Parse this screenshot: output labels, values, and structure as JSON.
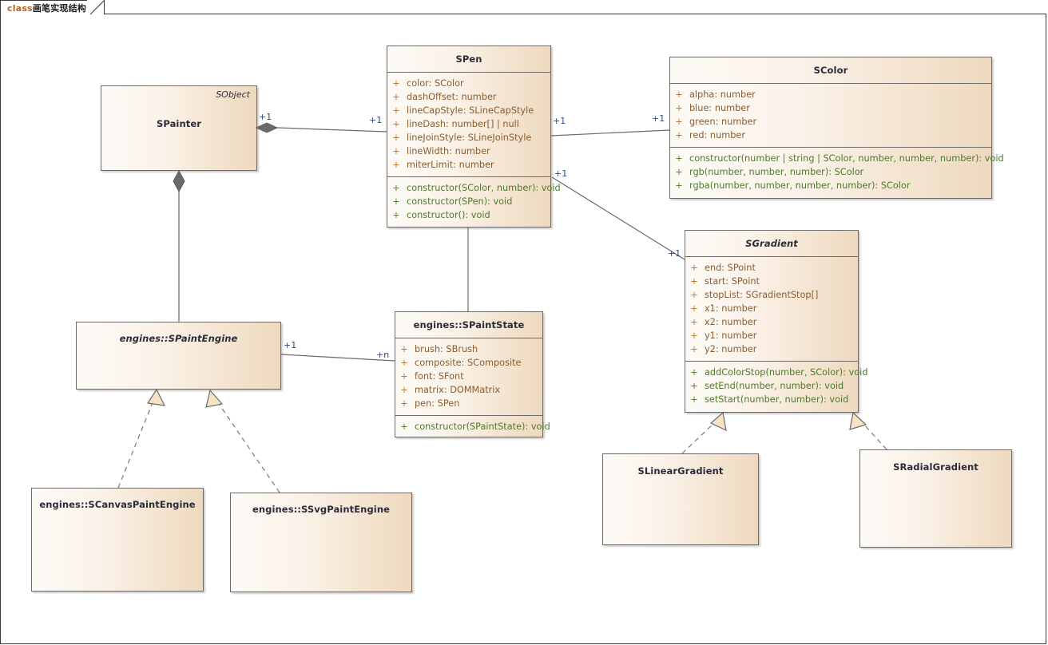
{
  "diagram": {
    "title_prefix": "class",
    "title": "画笔实现结构",
    "kind": "UML class diagram"
  },
  "classes": [
    {
      "id": "spainter",
      "name": "SPainter",
      "stereotype": "SObject",
      "abstract": false,
      "attributes": [],
      "methods": []
    },
    {
      "id": "spen",
      "name": "SPen",
      "abstract": false,
      "attributes": [
        {
          "vis": "+",
          "text": "color: SColor"
        },
        {
          "vis": "+",
          "text": "dashOffset: number"
        },
        {
          "vis": "+",
          "text": "lineCapStyle: SLineCapStyle"
        },
        {
          "vis": "+",
          "text": "lineDash: number[] | null"
        },
        {
          "vis": "+",
          "text": "lineJoinStyle: SLineJoinStyle"
        },
        {
          "vis": "+",
          "text": "lineWidth: number"
        },
        {
          "vis": "+",
          "text": "miterLimit: number"
        }
      ],
      "methods": [
        {
          "vis": "+",
          "text": "constructor(SColor, number): void"
        },
        {
          "vis": "+",
          "text": "constructor(SPen): void"
        },
        {
          "vis": "+",
          "text": "constructor(): void"
        }
      ]
    },
    {
      "id": "scolor",
      "name": "SColor",
      "abstract": false,
      "attributes": [
        {
          "vis": "+",
          "text": "alpha: number"
        },
        {
          "vis": "+",
          "text": "blue: number"
        },
        {
          "vis": "+",
          "text": "green: number"
        },
        {
          "vis": "+",
          "text": "red: number"
        }
      ],
      "methods": [
        {
          "vis": "+",
          "text": "constructor(number | string | SColor, number, number, number): void"
        },
        {
          "vis": "+",
          "text": "rgb(number, number, number): SColor"
        },
        {
          "vis": "+",
          "text": "rgba(number, number, number, number): SColor"
        }
      ]
    },
    {
      "id": "sgradient",
      "name": "SGradient",
      "abstract": true,
      "attributes": [
        {
          "vis": "+",
          "text": "end: SPoint"
        },
        {
          "vis": "+",
          "text": "start: SPoint"
        },
        {
          "vis": "+",
          "text": "stopList: SGradientStop[]"
        },
        {
          "vis": "+",
          "text": "x1: number"
        },
        {
          "vis": "+",
          "text": "x2: number"
        },
        {
          "vis": "+",
          "text": "y1: number"
        },
        {
          "vis": "+",
          "text": "y2: number"
        }
      ],
      "methods": [
        {
          "vis": "+",
          "text": "addColorStop(number, SColor): void"
        },
        {
          "vis": "+",
          "text": "setEnd(number, number): void"
        },
        {
          "vis": "+",
          "text": "setStart(number, number): void"
        }
      ]
    },
    {
      "id": "spaintengine",
      "name": "engines::SPaintEngine",
      "abstract": true,
      "attributes": [],
      "methods": []
    },
    {
      "id": "spaintstate",
      "name": "engines::SPaintState",
      "abstract": false,
      "attributes": [
        {
          "vis": "+",
          "text": "brush: SBrush"
        },
        {
          "vis": "+",
          "text": "composite: SComposite"
        },
        {
          "vis": "+",
          "text": "font: SFont"
        },
        {
          "vis": "+",
          "text": "matrix: DOMMatrix"
        },
        {
          "vis": "+",
          "text": "pen: SPen"
        }
      ],
      "methods": [
        {
          "vis": "+",
          "text": "constructor(SPaintState): void"
        }
      ]
    },
    {
      "id": "scanvaspaintengine",
      "name": "engines::SCanvasPaintEngine",
      "abstract": false,
      "attributes": [],
      "methods": []
    },
    {
      "id": "ssvgpaintengine",
      "name": "engines::SSvgPaintEngine",
      "abstract": false,
      "attributes": [],
      "methods": []
    },
    {
      "id": "slineargradient",
      "name": "SLinearGradient",
      "abstract": false,
      "attributes": [],
      "methods": []
    },
    {
      "id": "sradialgradient",
      "name": "SRadialGradient",
      "abstract": false,
      "attributes": [],
      "methods": []
    }
  ],
  "relations": [
    {
      "id": "painter-pen",
      "from": "SPainter",
      "to": "SPen",
      "type": "composition",
      "from_mult": "+1",
      "to_mult": "+1"
    },
    {
      "id": "pen-color",
      "from": "SPen",
      "to": "SColor",
      "type": "association",
      "from_mult": "+1",
      "to_mult": "+1"
    },
    {
      "id": "pen-gradient",
      "from": "SPen",
      "to": "SGradient",
      "type": "association",
      "from_mult": "+1",
      "to_mult": "+1"
    },
    {
      "id": "painter-engine",
      "from": "SPainter",
      "to": "engines::SPaintEngine",
      "type": "composition",
      "from_mult": "",
      "to_mult": ""
    },
    {
      "id": "engine-state",
      "from": "engines::SPaintEngine",
      "to": "engines::SPaintState",
      "type": "association",
      "from_mult": "+1",
      "to_mult": "+n"
    },
    {
      "id": "pen-state",
      "from": "SPen",
      "to": "engines::SPaintState",
      "type": "association",
      "from_mult": "",
      "to_mult": ""
    },
    {
      "id": "canvas-engine",
      "from": "engines::SCanvasPaintEngine",
      "to": "engines::SPaintEngine",
      "type": "realization",
      "from_mult": "",
      "to_mult": ""
    },
    {
      "id": "svg-engine",
      "from": "engines::SSvgPaintEngine",
      "to": "engines::SPaintEngine",
      "type": "realization",
      "from_mult": "",
      "to_mult": ""
    },
    {
      "id": "linear-gradient",
      "from": "SLinearGradient",
      "to": "SGradient",
      "type": "realization",
      "from_mult": "",
      "to_mult": ""
    },
    {
      "id": "radial-gradient",
      "from": "SRadialGradient",
      "to": "SGradient",
      "type": "realization",
      "from_mult": "",
      "to_mult": ""
    }
  ],
  "multiplicity_labels": [
    {
      "id": "m-painter-right",
      "text": "+1"
    },
    {
      "id": "m-pen-left",
      "text": "+1"
    },
    {
      "id": "m-pen-right",
      "text": "+1"
    },
    {
      "id": "m-color-left",
      "text": "+1"
    },
    {
      "id": "m-pen-right2",
      "text": "+1"
    },
    {
      "id": "m-gradient-left",
      "text": "+1"
    },
    {
      "id": "m-engine-right",
      "text": "+1"
    },
    {
      "id": "m-state-left",
      "text": "+n"
    }
  ],
  "colors": {
    "box_fill_light": "#fdfaf6",
    "box_fill_dark": "#eed9bf",
    "box_border": "#6b6b6b",
    "title_text": "#2b2b3a",
    "attribute_text": "#8a5c2e",
    "method_text": "#4c7a2b",
    "multiplicity_text": "#2c4a80",
    "connector": "#6a6a6a",
    "frame_border": "#3a3a3a",
    "title_prefix": "#b5651d"
  }
}
